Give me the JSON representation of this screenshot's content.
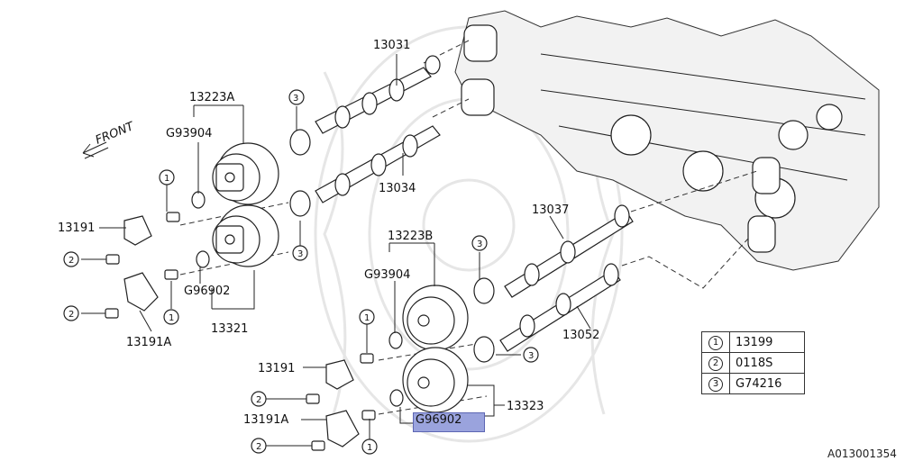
{
  "labels": {
    "p13031": "13031",
    "p13223A": "13223A",
    "p3a": "3",
    "front": "FRONT",
    "g93904a": "G93904",
    "p1a": "1",
    "p13034": "13034",
    "p13191a": "13191",
    "p2a": "2",
    "p3b": "3",
    "g96902a": "G96902",
    "p1b": "1",
    "p2b": "2",
    "p13321": "13321",
    "p13191Aa": "13191A",
    "p13037": "13037",
    "p13223B": "13223B",
    "p3c": "3",
    "g93904b": "G93904",
    "p1c": "1",
    "p13191b": "13191",
    "p2c": "2",
    "p13191Ab": "13191A",
    "p2d": "2",
    "p1d": "1",
    "p3d": "3",
    "p13052": "13052",
    "p13323": "13323",
    "g96902b": "G96902"
  },
  "legend": [
    {
      "key": "1",
      "value": "13199"
    },
    {
      "key": "2",
      "value": "0118S"
    },
    {
      "key": "3",
      "value": "G74216"
    }
  ],
  "catalog_number": "A013001354",
  "highlight_color": "#9aa3dd"
}
